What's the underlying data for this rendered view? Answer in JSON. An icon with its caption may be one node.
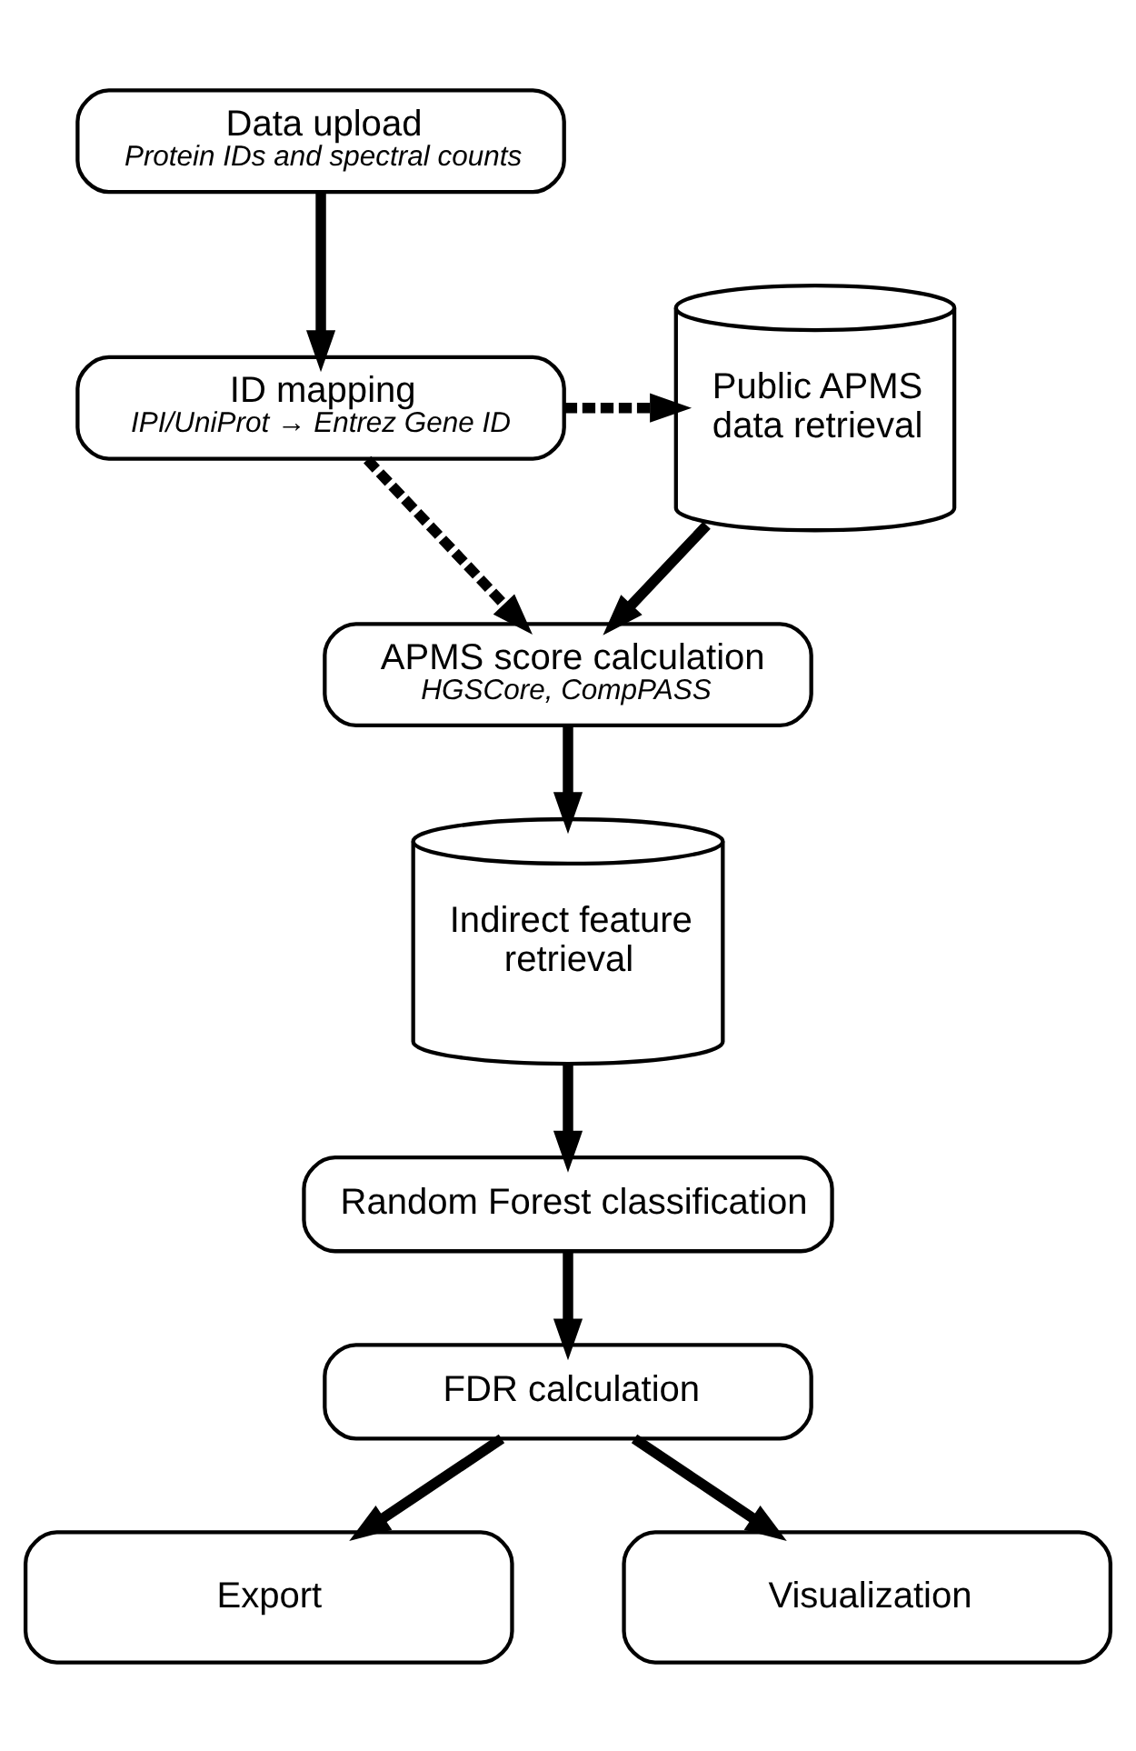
{
  "diagram": {
    "nodes": [
      {
        "text": [
          "Data upload",
          "Protein IDs and spectral counts"
        ]
      },
      {
        "text": [
          "ID mapping",
          "IPI/UniProt → Entrez Gene ID"
        ]
      },
      {
        "text": [
          "Public APMS data retrieval"
        ]
      },
      {
        "text": [
          "APMS score calculation",
          "HGSCore, CompPASS"
        ]
      },
      {
        "text": [
          "Indirect feature retrieval"
        ]
      },
      {
        "text": [
          "Random Forest classification"
        ]
      },
      {
        "text": [
          "FDR calculation"
        ]
      },
      {
        "text": [
          "Export"
        ]
      },
      {
        "text": [
          "Visualization"
        ]
      }
    ],
    "edges": [
      {
        "from": 0,
        "to": 1,
        "arrow": "to"
      },
      {
        "from": 1,
        "to": 2,
        "arrow": "to",
        "style": "dashed"
      },
      {
        "from": 1,
        "to": 3,
        "arrow": "to",
        "style": "dashed"
      },
      {
        "from": 2,
        "to": 3,
        "arrow": "to"
      },
      {
        "from": 3,
        "to": 4,
        "arrow": "to"
      },
      {
        "from": 4,
        "to": 5,
        "arrow": "to"
      },
      {
        "from": 5,
        "to": 6,
        "arrow": "to"
      },
      {
        "from": 6,
        "to": 7,
        "arrow": "to"
      },
      {
        "from": 6,
        "to": 8,
        "arrow": "to"
      }
    ]
  }
}
